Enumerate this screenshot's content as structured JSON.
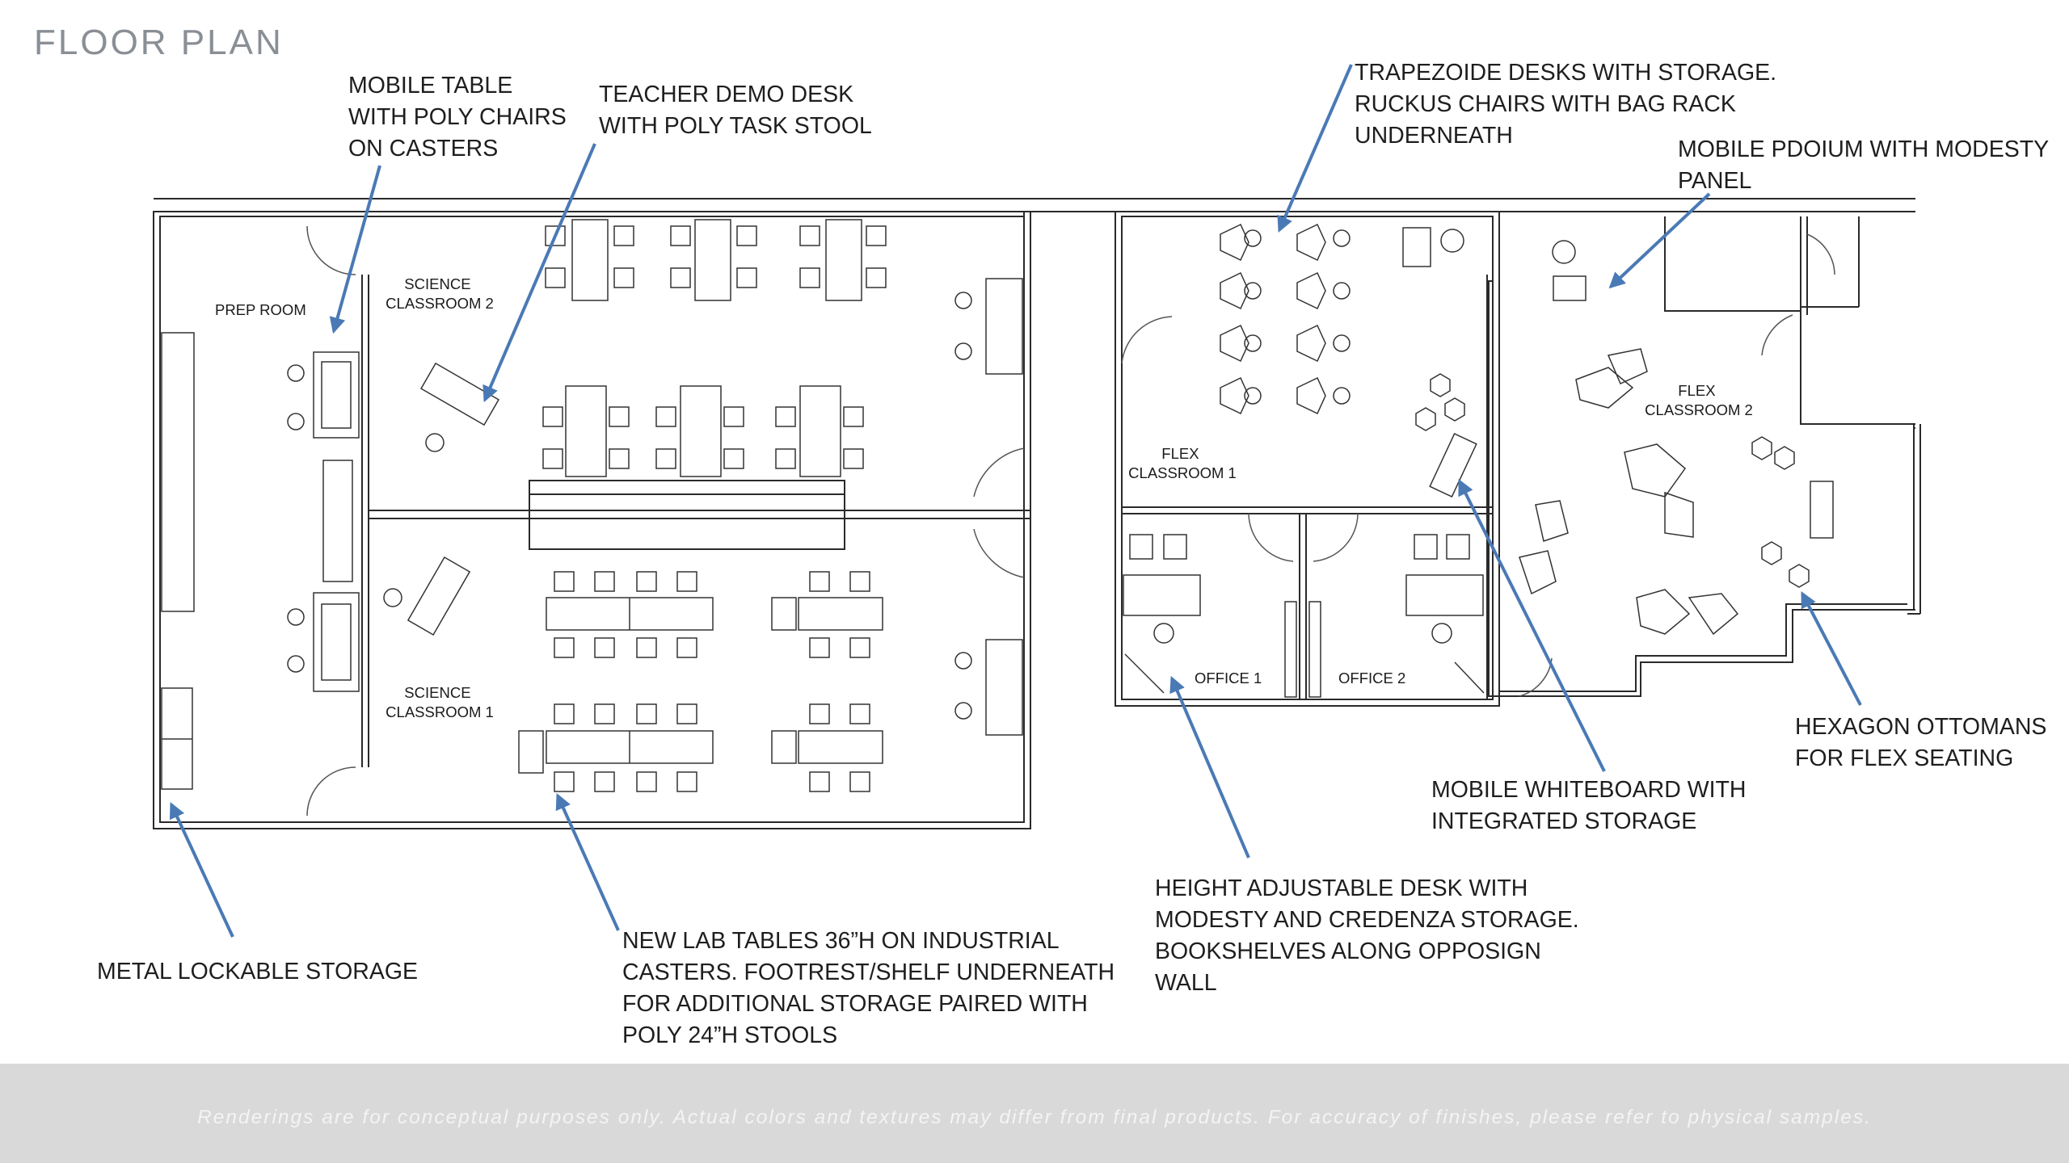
{
  "page": {
    "title": "FLOOR PLAN"
  },
  "rooms": {
    "prep_room": "PREP ROOM",
    "science_2_line1": "SCIENCE",
    "science_2_line2": "CLASSROOM 2",
    "science_1_line1": "SCIENCE",
    "science_1_line2": "CLASSROOM 1",
    "flex_1_line1": "FLEX",
    "flex_1_line2": "CLASSROOM 1",
    "flex_2_line1": "FLEX",
    "flex_2_line2": "CLASSROOM 2",
    "office_1": "OFFICE 1",
    "office_2": "OFFICE 2"
  },
  "callouts": {
    "mobile_table": "MOBILE TABLE\nWITH POLY CHAIRS\nON CASTERS",
    "teacher_desk": "TEACHER DEMO DESK\nWITH POLY TASK STOOL",
    "trapezoide": "TRAPEZOIDE DESKS WITH STORAGE.\nRUCKUS CHAIRS WITH BAG RACK\nUNDERNEATH",
    "podium": "MOBILE PDOIUM WITH MODESTY\nPANEL",
    "hexagon": "HEXAGON OTTOMANS\nFOR FLEX SEATING",
    "whiteboard": "MOBILE WHITEBOARD WITH\nINTEGRATED STORAGE",
    "height_desk": "HEIGHT ADJUSTABLE DESK WITH\nMODESTY AND CREDENZA STORAGE.\nBOOKSHELVES ALONG OPPOSIGN\nWALL",
    "lab_tables": "NEW LAB TABLES 36”H ON INDUSTRIAL\nCASTERS. FOOTREST/SHELF UNDERNEATH\nFOR ADDITIONAL STORAGE PAIRED WITH\nPOLY 24”H STOOLS",
    "metal_storage": "METAL LOCKABLE STORAGE"
  },
  "footer": {
    "disclaimer": "Renderings are for conceptual purposes only. Actual colors and textures may differ from final products. For accuracy of finishes, please refer to physical samples."
  },
  "colors": {
    "arrow": "#4a7ab5",
    "wall": "#2a2a2a",
    "title": "#8a8f96",
    "footer_bg": "#d9d9d9"
  }
}
